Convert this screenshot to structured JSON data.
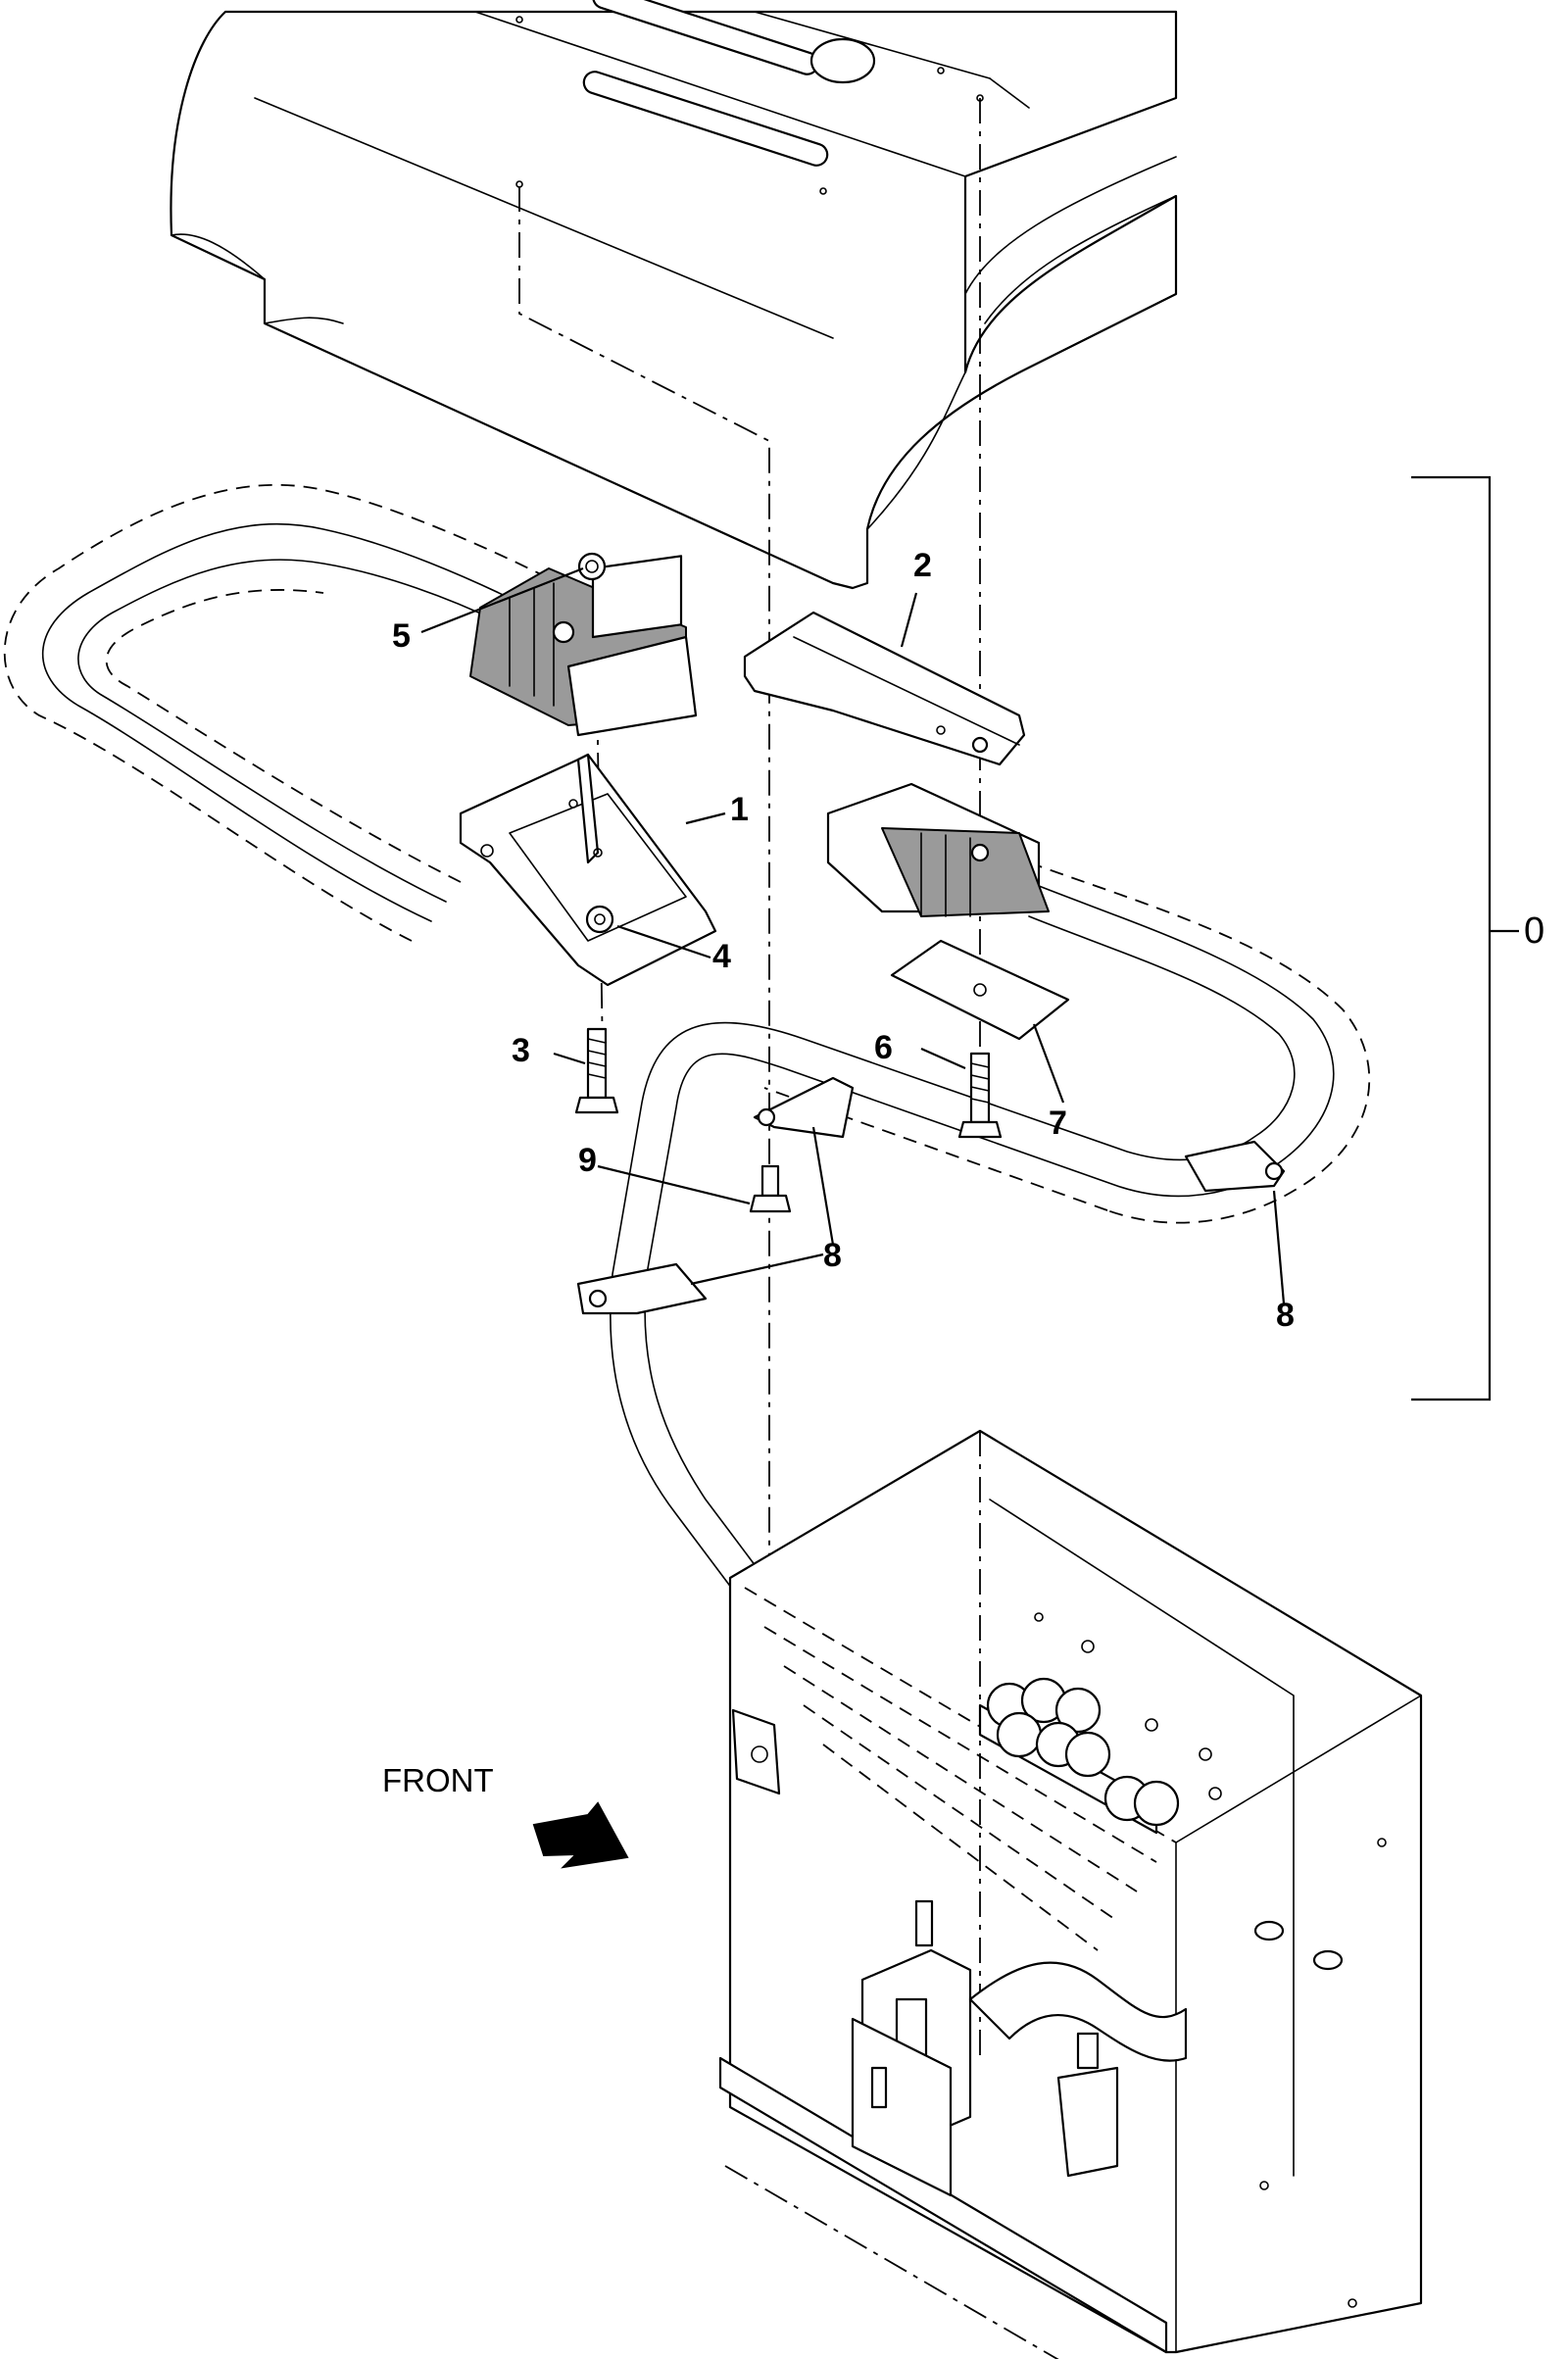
{
  "callouts": {
    "c1": "1",
    "c2": "2",
    "c3": "3",
    "c4": "4",
    "c5": "5",
    "c6": "6",
    "c7": "7",
    "c8a": "8",
    "c8b": "8",
    "c9": "9",
    "c0": "0"
  },
  "labels": {
    "front": "FRONT"
  }
}
